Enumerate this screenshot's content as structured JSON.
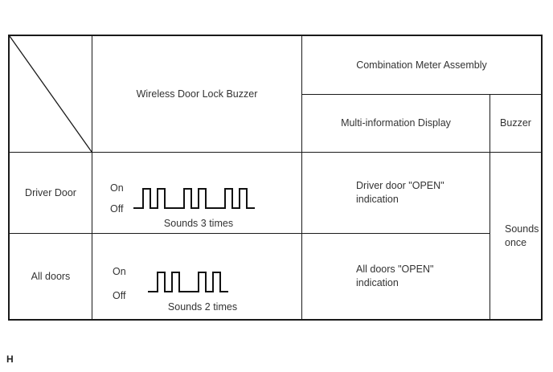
{
  "page": {
    "marker": "H",
    "background": "#ffffff"
  },
  "colors": {
    "line": "#1a1a1a",
    "text": "#333333",
    "waveform": "#111111"
  },
  "table": {
    "header": {
      "wireless": "Wireless Door Lock Buzzer",
      "group": "Combination Meter Assembly",
      "sub_left": "Multi-information Display",
      "sub_right": "Buzzer"
    },
    "rows": [
      {
        "label": "Driver Door",
        "waveform": {
          "on_label": "On",
          "off_label": "Off",
          "groups": 3,
          "caption": "Sounds 3 times"
        },
        "display": "Driver door \"OPEN\"\nindication"
      },
      {
        "label": "All doors",
        "waveform": {
          "on_label": "On",
          "off_label": "Off",
          "groups": 2,
          "caption": "Sounds 2 times"
        },
        "display": "All doors \"OPEN\"\nindication"
      }
    ],
    "buzzer_cell": "Sounds\nonce"
  }
}
